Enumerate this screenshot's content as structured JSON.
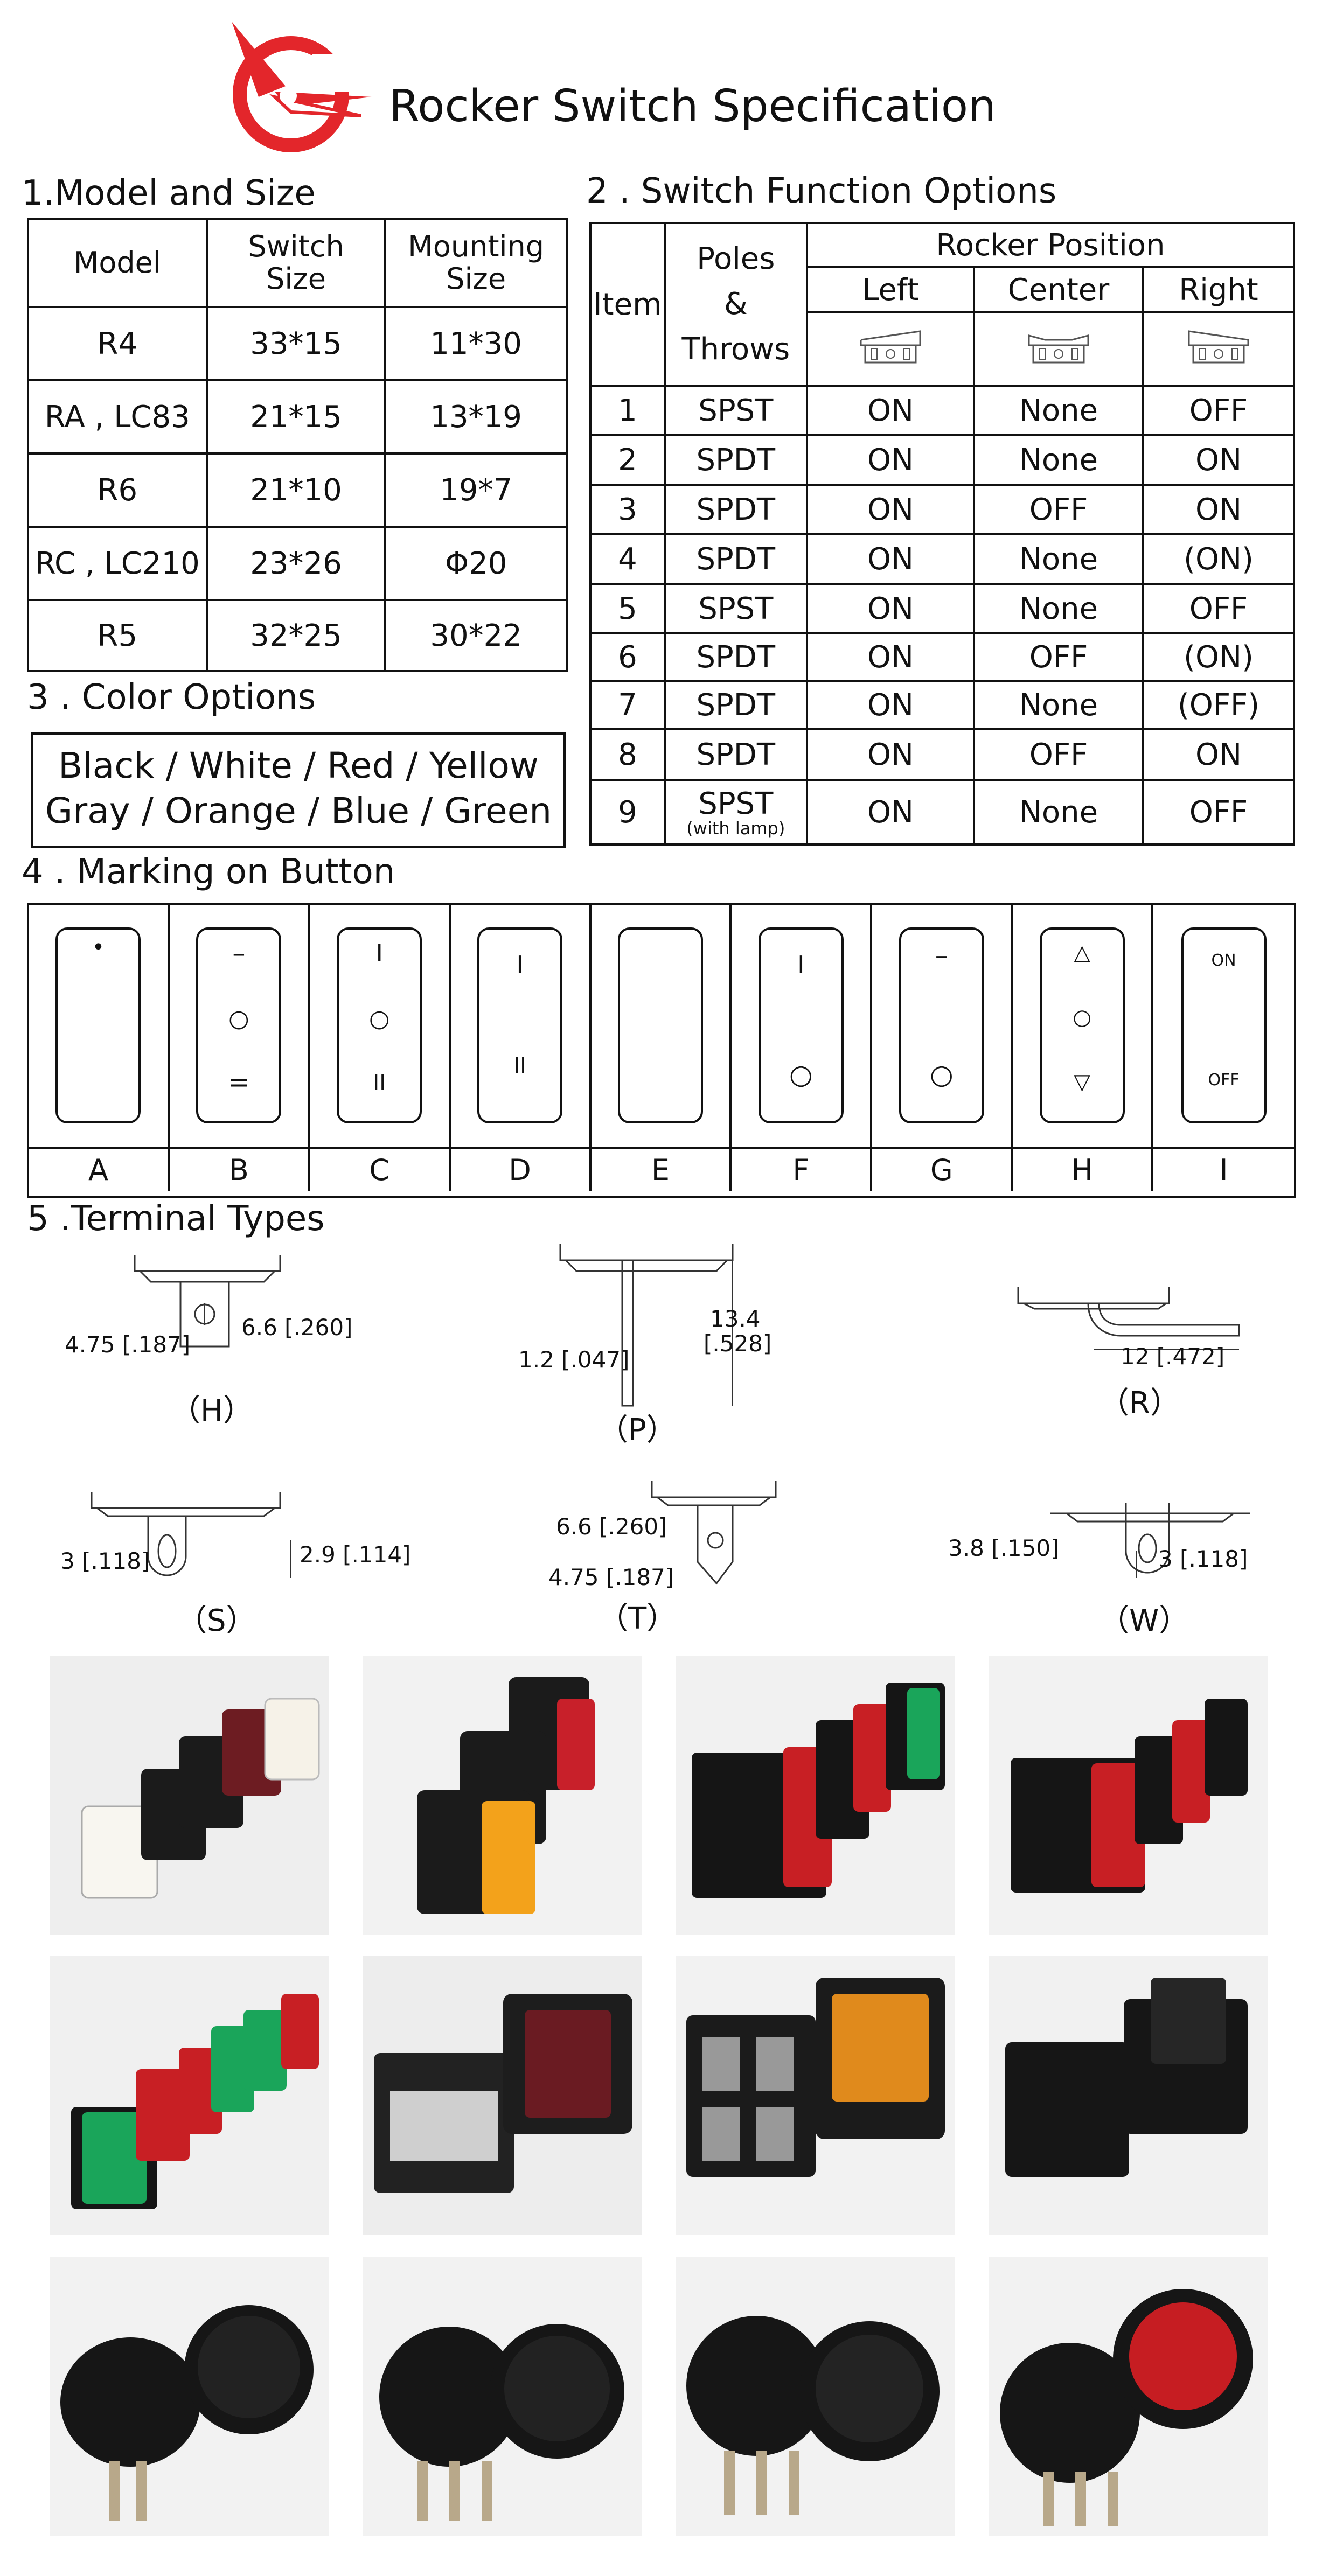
{
  "title": "Rocker Switch Specification",
  "section1": {
    "heading": "1.Model and Size",
    "headers": [
      "Model",
      "Switch\nSize",
      "Mounting\nSize"
    ],
    "rows": [
      [
        "R4",
        "33*15",
        "11*30"
      ],
      [
        "RA , LC83",
        "21*15",
        "13*19"
      ],
      [
        "R6",
        "21*10",
        "19*7"
      ],
      [
        "RC  , LC210",
        "23*26",
        "Φ20"
      ],
      [
        "R5",
        "32*25",
        "30*22"
      ]
    ]
  },
  "section2": {
    "heading": "2 . Switch Function Options",
    "item_header": "Item",
    "poles_header": "Poles\n&\nThrows",
    "rocker_header": "Rocker Position",
    "positions": [
      "Left",
      "Center",
      "Right"
    ],
    "rows": [
      [
        "1",
        "SPST",
        "ON",
        "None",
        "OFF"
      ],
      [
        "2",
        "SPDT",
        "ON",
        "None",
        "ON"
      ],
      [
        "3",
        "SPDT",
        "ON",
        "OFF",
        "ON"
      ],
      [
        "4",
        "SPDT",
        "ON",
        "None",
        "(ON)"
      ],
      [
        "5",
        "SPST",
        "ON",
        "None",
        "OFF"
      ],
      [
        "6",
        "SPDT",
        "ON",
        "OFF",
        "(ON)"
      ],
      [
        "7",
        "SPDT",
        "ON",
        "None",
        "(OFF)"
      ],
      [
        "8",
        "SPDT",
        "ON",
        "OFF",
        "ON"
      ],
      [
        "9",
        "SPST",
        "ON",
        "None",
        "OFF"
      ]
    ],
    "row9_note": "(with lamp)"
  },
  "section3": {
    "heading": "3 . Color Options",
    "line1": "Black / White / Red / Yellow",
    "line2": "Gray / Orange / Blue / Green"
  },
  "section4": {
    "heading": "4 . Marking on Button",
    "labels": [
      "A",
      "B",
      "C",
      "D",
      "E",
      "F",
      "G",
      "H",
      "I"
    ],
    "i_on": "ON",
    "i_off": "OFF"
  },
  "section5": {
    "heading": "5 .Terminal Types",
    "H": {
      "caption": "（H）",
      "d1": "4.75 [.187]",
      "d2": "6.6 [.260]"
    },
    "P": {
      "caption": "（P）",
      "d1": "1.2 [.047]",
      "d2": "13.4",
      "d3": "[.528]"
    },
    "R": {
      "caption": "（R）",
      "d1": "12 [.472]"
    },
    "S": {
      "caption": "（S）",
      "d1": "3 [.118]",
      "d2": "2.9 [.114]"
    },
    "T": {
      "caption": "（T）",
      "d1": "6.6 [.260]",
      "d2": "4.75 [.187]"
    },
    "W": {
      "caption": "（W）",
      "d1": "3.8 [.150]",
      "d2": "3 [.118]"
    }
  },
  "colors": {
    "logo_red": "#e3262b",
    "text": "#111111"
  }
}
